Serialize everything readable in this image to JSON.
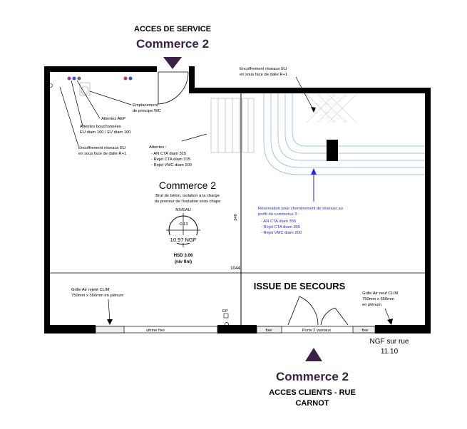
{
  "top_access": {
    "title": "ACCES DE SERVICE",
    "subtitle": "Commerce 2"
  },
  "bottom_access": {
    "title": "Commerce 2",
    "line1": "ACCES CLIENTS - RUE",
    "line2": "CARNOT"
  },
  "notes": {
    "encoffrement_top_1": "Encoffrement réseaux EU",
    "encoffrement_top_2": "en sous face de dalle R+1",
    "emplacement_1": "Emplacement",
    "emplacement_2": "de principe WC",
    "attentes_aep": "Attentes AEP",
    "attentes_bouch_1": "Attentes bouchonnées",
    "attentes_bouch_2": "EU diam 100 / EV diam 100",
    "encoffrement_left_1": "Encoffrement réseaux EU",
    "encoffrement_left_2": "en sous face de dalle R+1",
    "attentes_title": "Attentes :",
    "attentes_1": "- AN CTA diam 315",
    "attentes_2": "- Rejet CTA diam 315",
    "attentes_3": "- Rejet VMC diam 200",
    "brut_1": "Brut de béton, isolation à la charge",
    "brut_2": "du preneur de l'isolation sous chape",
    "blue_1": "Réservation pour cheminement de réseaux au",
    "blue_2": "profit du commerce 3 :",
    "blue_3": "- AN CTA diam 355",
    "blue_4": "- Rejet CTA diam 355",
    "blue_5": "- Rejet VMC diam 200",
    "grille_left_1": "Grille Air rejeté CLIM",
    "grille_left_2": "750mm x 550mm en plénum",
    "grille_right_1": "Grille Air neuf CLIM",
    "grille_right_2": "750mm x 550mm",
    "grille_right_3": "en plénum"
  },
  "room": {
    "name": "Commerce 2",
    "level_top": "NIVEAU",
    "level_mid": "-0.13",
    "ngf": "10.97 NGF",
    "hsd_1": "HSD 3.06",
    "hsd_2": "(niv fini)",
    "dim_1044": "1044",
    "dim_340": "340"
  },
  "facade": {
    "issue": "ISSUE DE SECOURS",
    "vitrine": "vitrine fixe",
    "fixe_left": "fixe",
    "porte": "Porte 2 vantaux",
    "fixe_right": "fixe",
    "ep": "EP"
  },
  "street": {
    "ngf_label": "NGF sur rue",
    "ngf_value": "11.10"
  },
  "colors": {
    "accent": "#3b2145",
    "blue": "#2a2adf",
    "wall": "#000000"
  }
}
